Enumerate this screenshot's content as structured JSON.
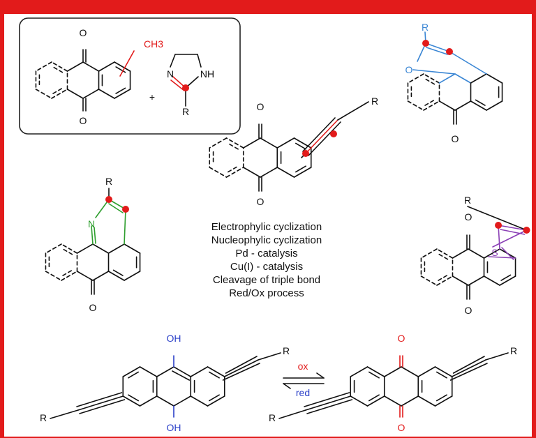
{
  "labels": {
    "oxygen": "O",
    "nitrogen": "N",
    "amine": "NH",
    "substituent": "R",
    "sulfur": "S",
    "methyl": "CH3",
    "hydroxyl": "OH",
    "plus": "+"
  },
  "methods": [
    "Electrophylic cyclization",
    "Nucleophylic cyclization",
    "Pd - catalysis",
    "Cu(I) - catalysis",
    "Cleavage of triple bond",
    "Red/Ox process"
  ],
  "equilibrium": {
    "forward": "ox",
    "reverse": "red"
  },
  "colors": {
    "frame": "#e21b1b",
    "oxygen_ring": "#3a86d4",
    "nitrogen_ring": "#2e9e2e",
    "thiophene": "#8a3fb5",
    "red_atoms": "#e21b1b",
    "redox_blue": "#2a3fc8"
  }
}
